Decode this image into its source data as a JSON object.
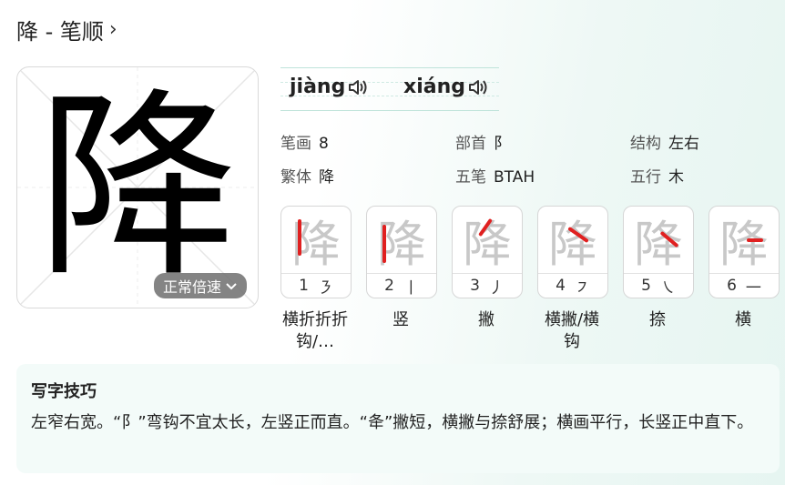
{
  "header": {
    "title": "降 - 笔顺",
    "chevron": "›"
  },
  "main_char": {
    "char": "降",
    "speed_label": "正常倍速",
    "speed_icon": "chevron-down-icon"
  },
  "pinyin": [
    {
      "text": "jiàng",
      "icon": "speaker-icon"
    },
    {
      "text": "xiáng",
      "icon": "speaker-icon"
    }
  ],
  "info": {
    "strokes_label": "笔画",
    "strokes_value": "8",
    "radical_label": "部首",
    "radical_value": "阝",
    "structure_label": "结构",
    "structure_value": "左右",
    "traditional_label": "繁体",
    "traditional_value": "降",
    "wubi_label": "五笔",
    "wubi_value": "BTAH",
    "wuxing_label": "五行",
    "wuxing_value": "木"
  },
  "strokes": [
    {
      "char": "降",
      "num": "1",
      "glyph": "㇋",
      "name": "横折折折钩/…"
    },
    {
      "char": "降",
      "num": "2",
      "glyph": "丨",
      "name": "竖"
    },
    {
      "char": "降",
      "num": "3",
      "glyph": "丿",
      "name": "撇"
    },
    {
      "char": "降",
      "num": "4",
      "glyph": "㇇",
      "name": "横撇/横钩"
    },
    {
      "char": "降",
      "num": "5",
      "glyph": "㇏",
      "name": "捺"
    },
    {
      "char": "降",
      "num": "6",
      "glyph": "一",
      "name": "横"
    }
  ],
  "tips": {
    "title": "写字技巧",
    "body": "左窄右宽。“阝”弯钩不宜太长，左竖正而直。“夅”撇短，横撇与捺舒展；横画平行，长竖正中直下。"
  },
  "colors": {
    "accent_red": "#e02020",
    "tint": "#f3fbf9"
  }
}
